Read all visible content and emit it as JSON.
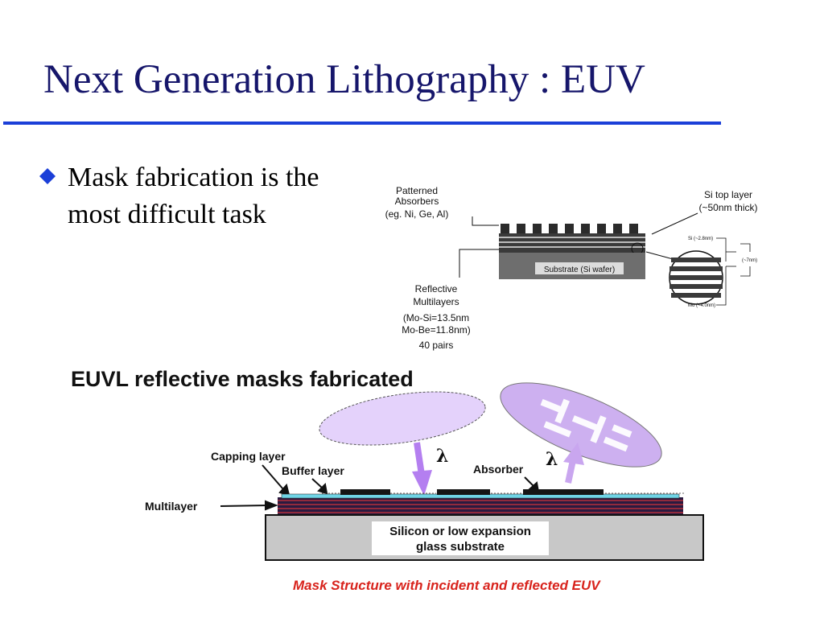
{
  "slide": {
    "title": "Next Generation Lithography : EUV",
    "bullet": "Mask fabrication is the most difficult task"
  },
  "figure_top": {
    "absorbers_label": [
      "Patterned",
      "Absorbers",
      "(eg. Ni, Ge, Al)"
    ],
    "si_top_label": [
      "Si top layer",
      "(~50nm thick)"
    ],
    "substrate_label": "Substrate (Si wafer)",
    "multilayer_label": [
      "Reflective",
      "Multilayers",
      "(Mo-Si=13.5nm",
      " Mo-Be=11.8nm)",
      "40 pairs"
    ],
    "si_dim": "Si (~2.8nm)",
    "mo_dim": "Mo (~4.0nm)",
    "period_dim": "(~7nm)"
  },
  "figure_bottom": {
    "heading": "EUVL reflective masks fabricated",
    "capping_layer": "Capping layer",
    "buffer_layer": "Buffer layer",
    "absorber": "Absorber",
    "multilayer": "Multilayer",
    "substrate_line1": "Silicon or low expansion",
    "substrate_line2": "glass substrate",
    "lambda_in": "λ",
    "lambda_out": "λ",
    "caption": "Mask Structure with incident and reflected EUV"
  },
  "colors": {
    "title": "#16166b",
    "rule": "#1b3fd8",
    "bullet": "#1b3fd8",
    "caption": "#d8231c",
    "beam": "#c9a6ef",
    "multilayer_dark": "#2a1a40",
    "multilayer_red": "#b5303a",
    "cap_cyan": "#6fd4e6",
    "substrate_gray": "#c8c8c8"
  }
}
